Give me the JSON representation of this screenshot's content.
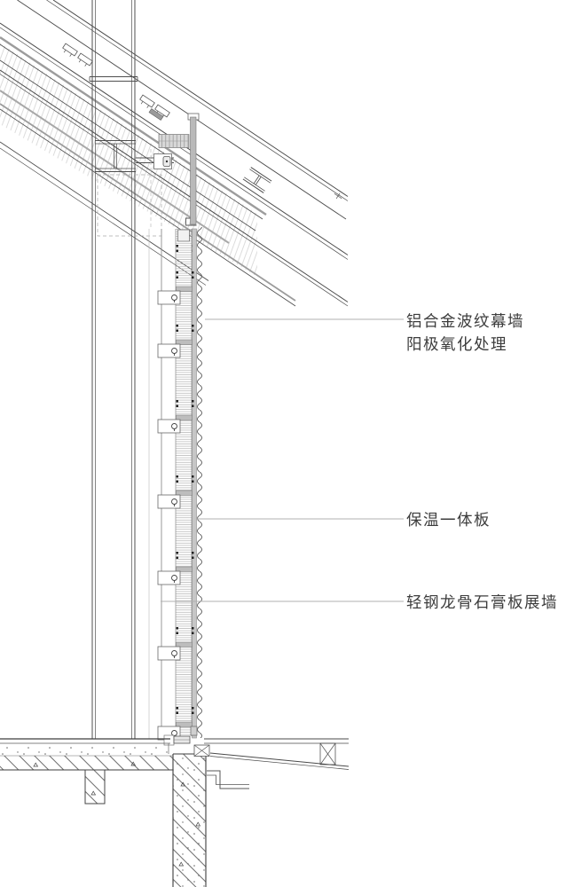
{
  "drawing_labels": {
    "curtain_wall": {
      "line1": "铝合金波纹幕墙",
      "line2": "阳极氧化处理"
    },
    "insulation_board": {
      "text": "保温一体板"
    },
    "stud_gypsum_wall": {
      "text": "轻钢龙骨石膏板展墙"
    }
  },
  "colors": {
    "background": "#ffffff",
    "main_line": "#454545",
    "light_line": "#b0b0b0",
    "gray_fill": "#b9b9b9",
    "hatch_light": "#cdcdcd",
    "text": "#3c3c3c"
  }
}
